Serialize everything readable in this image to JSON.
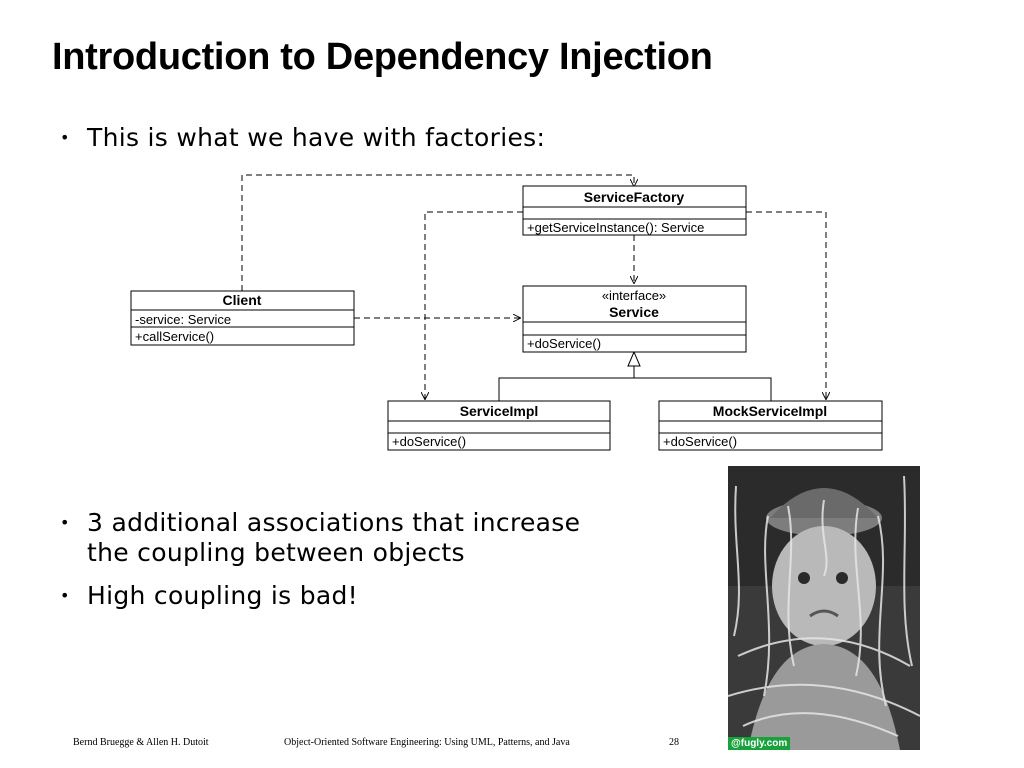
{
  "slide": {
    "title": "Introduction to Dependency Injection",
    "bullets": [
      "This is what we have with factories:",
      "3 additional associations that increase",
      "the coupling between objects",
      "High coupling is bad!"
    ],
    "bullet_glyph": "•"
  },
  "uml": {
    "service_factory": {
      "name": "ServiceFactory",
      "attributes": "",
      "operations": "+getServiceInstance(): Service"
    },
    "client": {
      "name": "Client",
      "attributes": "-service: Service",
      "operations": "+callService()"
    },
    "service": {
      "stereotype": "«interface»",
      "name": "Service",
      "attributes": "",
      "operations": "+doService()"
    },
    "service_impl": {
      "name": "ServiceImpl",
      "attributes": "",
      "operations": "+doService()"
    },
    "mock_service_impl": {
      "name": "MockServiceImpl",
      "attributes": "",
      "operations": "+doService()"
    }
  },
  "image": {
    "description_icon": "baby-with-spaghetti-photo",
    "watermark": "@fugly.com"
  },
  "footer": {
    "authors": "Bernd Bruegge & Allen H. Dutoit",
    "book": "Object-Oriented Software Engineering: Using UML, Patterns, and Java",
    "page": "28"
  }
}
